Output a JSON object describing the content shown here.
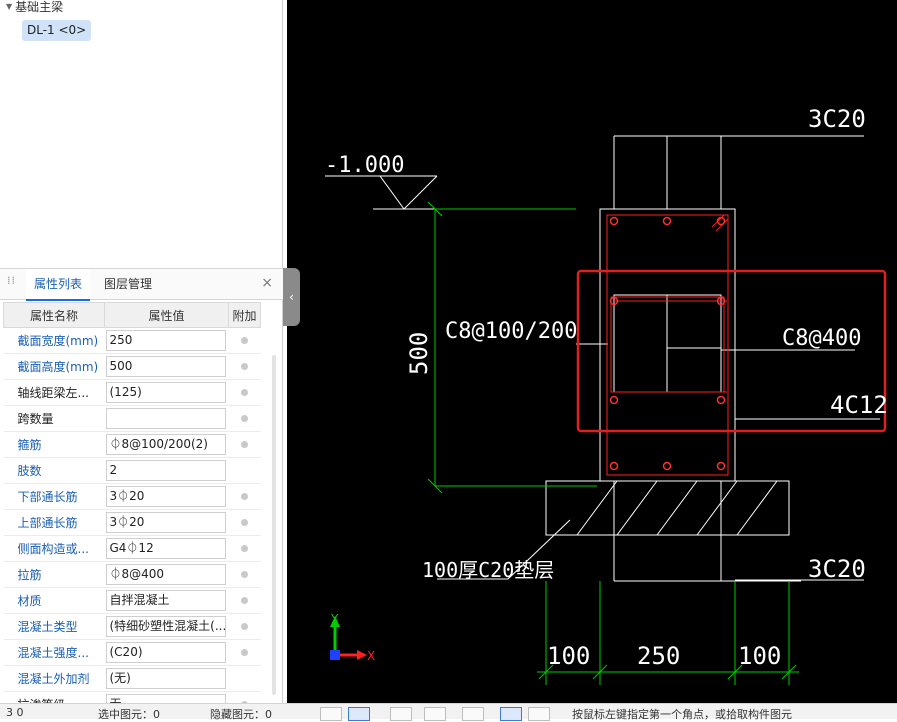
{
  "tree": {
    "category": "基础主梁",
    "item": "DL-1 <0>"
  },
  "panel": {
    "tabs": [
      "属性列表",
      "图层管理"
    ],
    "close_label": "×"
  },
  "props": {
    "headers": [
      "属性名称",
      "属性值",
      "附加"
    ],
    "rows": [
      {
        "name": "截面宽度(mm)",
        "value": "250",
        "blue": true,
        "dot": true
      },
      {
        "name": "截面高度(mm)",
        "value": "500",
        "blue": true,
        "dot": true
      },
      {
        "name": "轴线距梁左...",
        "value": "(125)",
        "blue": false,
        "dot": true
      },
      {
        "name": "跨数量",
        "value": "",
        "blue": false,
        "dot": true
      },
      {
        "name": "箍筋",
        "value": "⏀8@100/200(2)",
        "blue": true,
        "dot": true
      },
      {
        "name": "肢数",
        "value": "2",
        "blue": true,
        "dot": false
      },
      {
        "name": "下部通长筋",
        "value": "3⏀20",
        "blue": true,
        "dot": true
      },
      {
        "name": "上部通长筋",
        "value": "3⏀20",
        "blue": true,
        "dot": true
      },
      {
        "name": "侧面构造或...",
        "value": "G4⏀12",
        "blue": true,
        "dot": true
      },
      {
        "name": "拉筋",
        "value": "⏀8@400",
        "blue": true,
        "dot": true
      },
      {
        "name": "材质",
        "value": "自拌混凝土",
        "blue": true,
        "dot": true
      },
      {
        "name": "混凝土类型",
        "value": "(特细砂塑性混凝土(...",
        "blue": true,
        "dot": true
      },
      {
        "name": "混凝土强度...",
        "value": "(C20)",
        "blue": true,
        "dot": true
      },
      {
        "name": "混凝土外加剂",
        "value": "(无)",
        "blue": true,
        "dot": false
      },
      {
        "name": "抗渗等级",
        "value": "无",
        "blue": false,
        "dot": true
      }
    ]
  },
  "drawing": {
    "top_bars": "3C20",
    "elevation": "-1.000",
    "stirrup": "C8@100/200",
    "tie": "C8@400",
    "side_bars": "4C12",
    "bottom_bars": "3C20",
    "height": "500",
    "cushion": "100厚C20垫层",
    "dims": [
      "100",
      "250",
      "100"
    ],
    "axis_x": "X",
    "axis_y": "Y"
  },
  "status": {
    "coord": "3  0",
    "selected": "选中图元：0",
    "hidden": "隐藏图元：0",
    "hint": "按鼠标左键指定第一个角点，或拾取构件图元"
  },
  "colors": {
    "cad_green": "#00cc00",
    "cad_red": "#ff2020",
    "highlight": "#e02020",
    "accent_blue": "#1a5fb4"
  }
}
